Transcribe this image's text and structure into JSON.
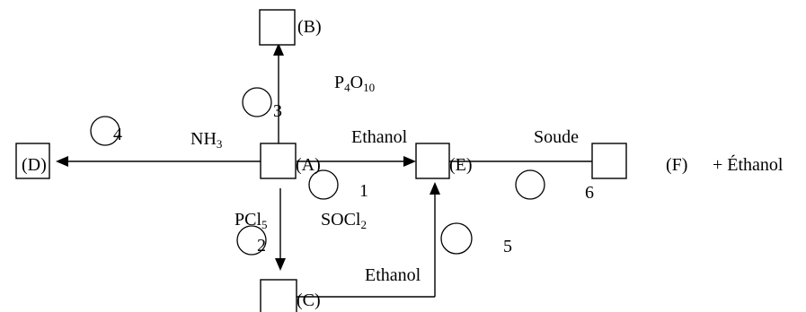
{
  "nodes": {
    "A": "(A)",
    "B": "(B)",
    "C": "(C)",
    "D": "(D)",
    "E": "(E)",
    "F": "(F)"
  },
  "reagents": {
    "p4o10_main": "P",
    "p4o10_sub1": "4",
    "p4o10_mid": "O",
    "p4o10_sub2": "10",
    "nh3_main": "NH",
    "nh3_sub": "3",
    "pcl5_main": "PCl",
    "pcl5_sub": "5",
    "socl2_main": "SOCl",
    "socl2_sub": "2",
    "ethanol_top": "Ethanol",
    "soude": "Soude",
    "ethanol_bottom": "Ethanol"
  },
  "steps": [
    "1",
    "2",
    "3",
    "4",
    "5",
    "6"
  ],
  "byproduct": "+ Éthanol"
}
